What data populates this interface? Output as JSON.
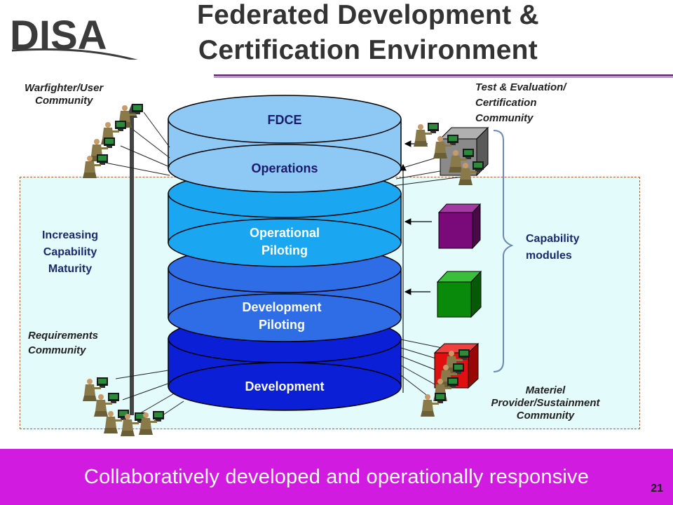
{
  "logo": {
    "text": "DISA"
  },
  "title": {
    "line1": "Federated Development &",
    "line2": "Certification Environment"
  },
  "layers": {
    "fdce": "FDCE",
    "operations": "Operations",
    "operational_piloting_1": "Operational",
    "operational_piloting_2": "Piloting",
    "development_piloting_1": "Development",
    "development_piloting_2": "Piloting",
    "development": "Development"
  },
  "labels": {
    "warfighter_1": "Warfighter/User",
    "warfighter_2": "Community",
    "test_eval_1": "Test & Evaluation/",
    "test_eval_2": "Certification",
    "test_eval_3": "Community",
    "maturity_1": "Increasing",
    "maturity_2": "Capability",
    "maturity_3": "Maturity",
    "requirements_1": "Requirements",
    "requirements_2": "Community",
    "capability_1": "Capability",
    "capability_2": "modules",
    "materiel_1": "Materiel",
    "materiel_2": "Provider/Sustainment",
    "materiel_3": "Community"
  },
  "colors": {
    "footer_bg": "#d11be0",
    "title_rule": "#6a3f86",
    "fdce_layer": "#8ec8f4",
    "operational_layer": "#1aa6f0",
    "dev_piloting_layer": "#2f6de6",
    "development_layer": "#0a1fd6",
    "purple_module": "#7a0a7a",
    "green_module": "#0a8a0a",
    "red_module": "#e01010"
  },
  "footer": {
    "text": "Collaboratively developed and operationally responsive",
    "page_number": "21"
  }
}
